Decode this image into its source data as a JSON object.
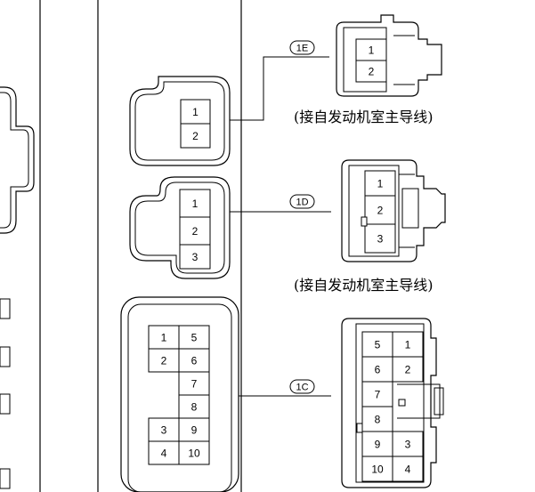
{
  "connectors": {
    "c1e": {
      "tag": "1E",
      "caption": "(接自发动机室主导线)",
      "terminals": [
        "1",
        "2"
      ]
    },
    "c1d": {
      "tag": "1D",
      "caption": "(接自发动机室主导线)",
      "terminals": [
        "1",
        "2",
        "3"
      ]
    },
    "c1c": {
      "tag": "1C",
      "block_left": [
        [
          "1",
          "5"
        ],
        [
          "2",
          "6"
        ],
        [
          "",
          "7"
        ],
        [
          "",
          "8"
        ],
        [
          "3",
          "9"
        ],
        [
          "4",
          "10"
        ]
      ],
      "block_right": [
        [
          "5",
          "1"
        ],
        [
          "6",
          "2"
        ],
        [
          "7",
          ""
        ],
        [
          "8",
          ""
        ],
        [
          "9",
          "3"
        ],
        [
          "10",
          "4"
        ]
      ]
    }
  }
}
